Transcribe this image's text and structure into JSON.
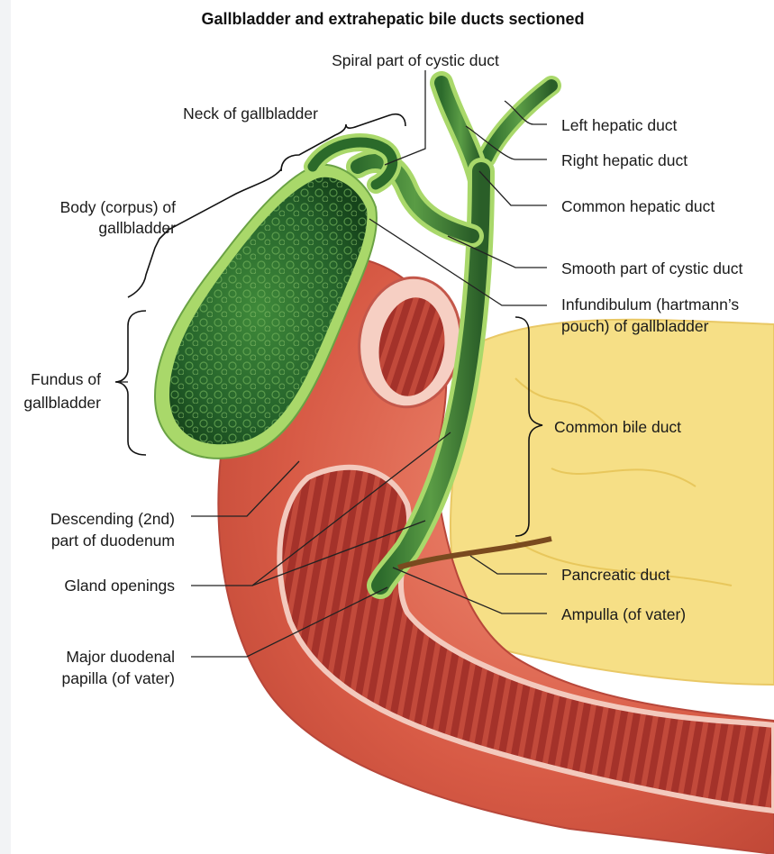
{
  "title": "Gallbladder and extrahepatic bile ducts sectioned",
  "labels": {
    "spiral": "Spiral part of cystic duct",
    "neck": "Neck of gallbladder",
    "body1": "Body (corpus) of",
    "body2": "gallbladder",
    "fundus1": "Fundus of",
    "fundus2": "gallbladder",
    "desc1": "Descending (2nd)",
    "desc2": "part of duodenum",
    "gland": "Gland openings",
    "major1": "Major duodenal",
    "major2": "papilla (of vater)",
    "left_hepatic": "Left hepatic duct",
    "right_hepatic": "Right hepatic duct",
    "common_hepatic": "Common hepatic duct",
    "smooth": "Smooth part of cystic duct",
    "infund1": "Infundibulum (hartmann’s",
    "infund2": "pouch) of gallbladder",
    "cbd": "Common bile duct",
    "pancreatic": "Pancreatic duct",
    "ampulla": "Ampulla (of vater)"
  },
  "colors": {
    "gallbladder_dark": "#1f5a24",
    "gallbladder_rim": "#a9d86a",
    "duodenum_outer": "#d9604e",
    "duodenum_mucosa": "#a8352a",
    "pancreas": "#f6df86"
  }
}
